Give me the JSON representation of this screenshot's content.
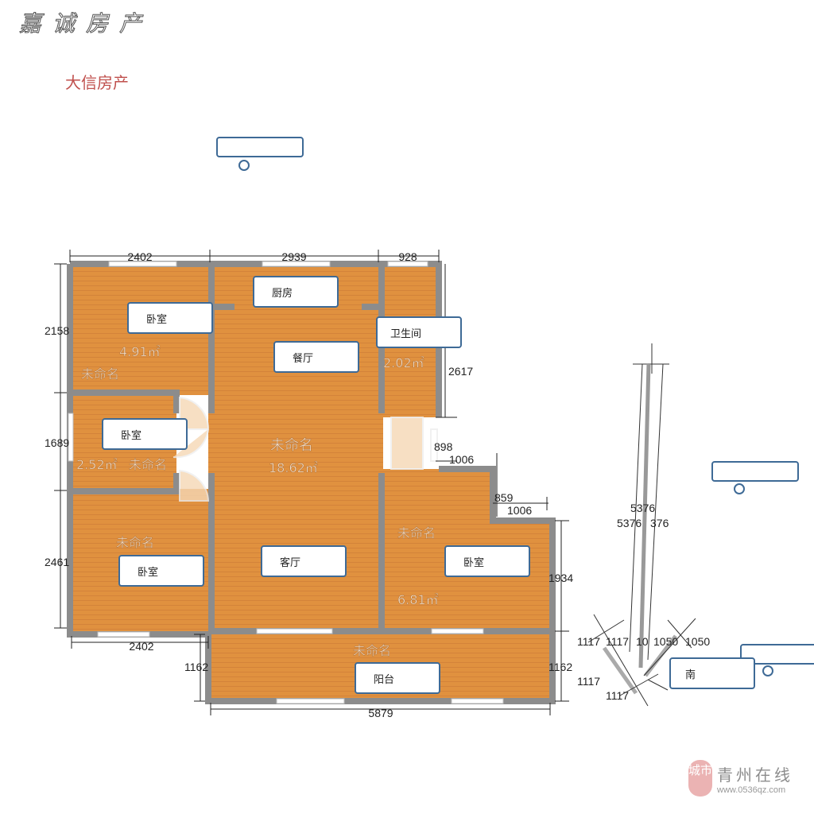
{
  "branding": {
    "top_logo": "嘉诚房产",
    "agency": "大信房产"
  },
  "watermark": {
    "seal": "城市",
    "name": "青州在线",
    "url": "www.0536qz.com"
  },
  "rooms": {
    "bedroom1": {
      "label": "卧室",
      "name": "未命名",
      "area": "4.91㎡"
    },
    "bedroom2": {
      "label": "卧室",
      "name": "未命名",
      "area": "2.52㎡"
    },
    "bedroom3": {
      "label": "卧室",
      "name": "未命名"
    },
    "bedroom4": {
      "label": "卧室",
      "name": "未命名",
      "area": "6.81㎡"
    },
    "kitchen": {
      "label": "厨房"
    },
    "dining": {
      "label": "餐厅"
    },
    "main": {
      "name": "未命名",
      "area": "18.62㎡"
    },
    "living": {
      "label": "客厅"
    },
    "bathroom": {
      "label": "卫生间",
      "area": "2.02㎡"
    },
    "balcony": {
      "label": "阳台",
      "name": "未命名"
    },
    "compass": {
      "label": "南"
    }
  },
  "dimensions": {
    "top1": "2402",
    "top2": "2939",
    "top3": "928",
    "left1": "2158",
    "left2": "1689",
    "left3": "2461",
    "bottom_left": "2402",
    "balcony_left": "1162",
    "balcony_right": "1162",
    "bottom": "5879",
    "right_bath": "2617",
    "right_door": "898",
    "notch_w1": "1006",
    "notch_h": "859",
    "notch_w2": "1006",
    "right_bed": "1934",
    "compass_long_a": "5376",
    "compass_long_b": "5376",
    "compass_long_c": "376",
    "compass_l1": "1117",
    "compass_l2": "1117",
    "compass_l3": "1117",
    "compass_l4": "1117",
    "compass_r1": "1050",
    "compass_r2": "1050",
    "compass_r3": "10"
  }
}
